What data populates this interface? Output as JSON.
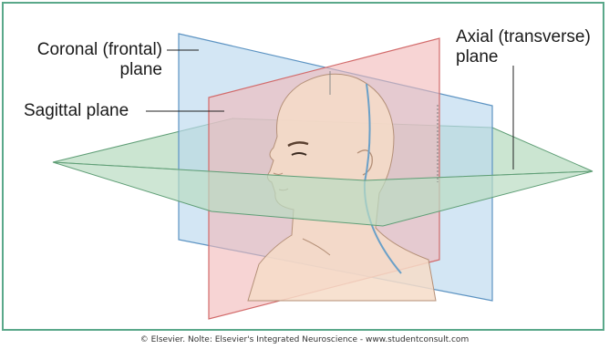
{
  "labels": {
    "coronal_line1": "Coronal (frontal)",
    "coronal_line2": "plane",
    "sagittal": "Sagittal plane",
    "axial_line1": "Axial (transverse)",
    "axial_line2": "plane"
  },
  "credit": "© Elsevier. Nolte: Elsevier's Integrated Neuroscience - www.studentconsult.com",
  "colors": {
    "frame": "#5aa88a",
    "coronal_plane": "#bcd9ee",
    "sagittal_plane": "#f2b7b7",
    "axial_plane": "#b9dcc2",
    "skin": "#f6dcc8"
  }
}
